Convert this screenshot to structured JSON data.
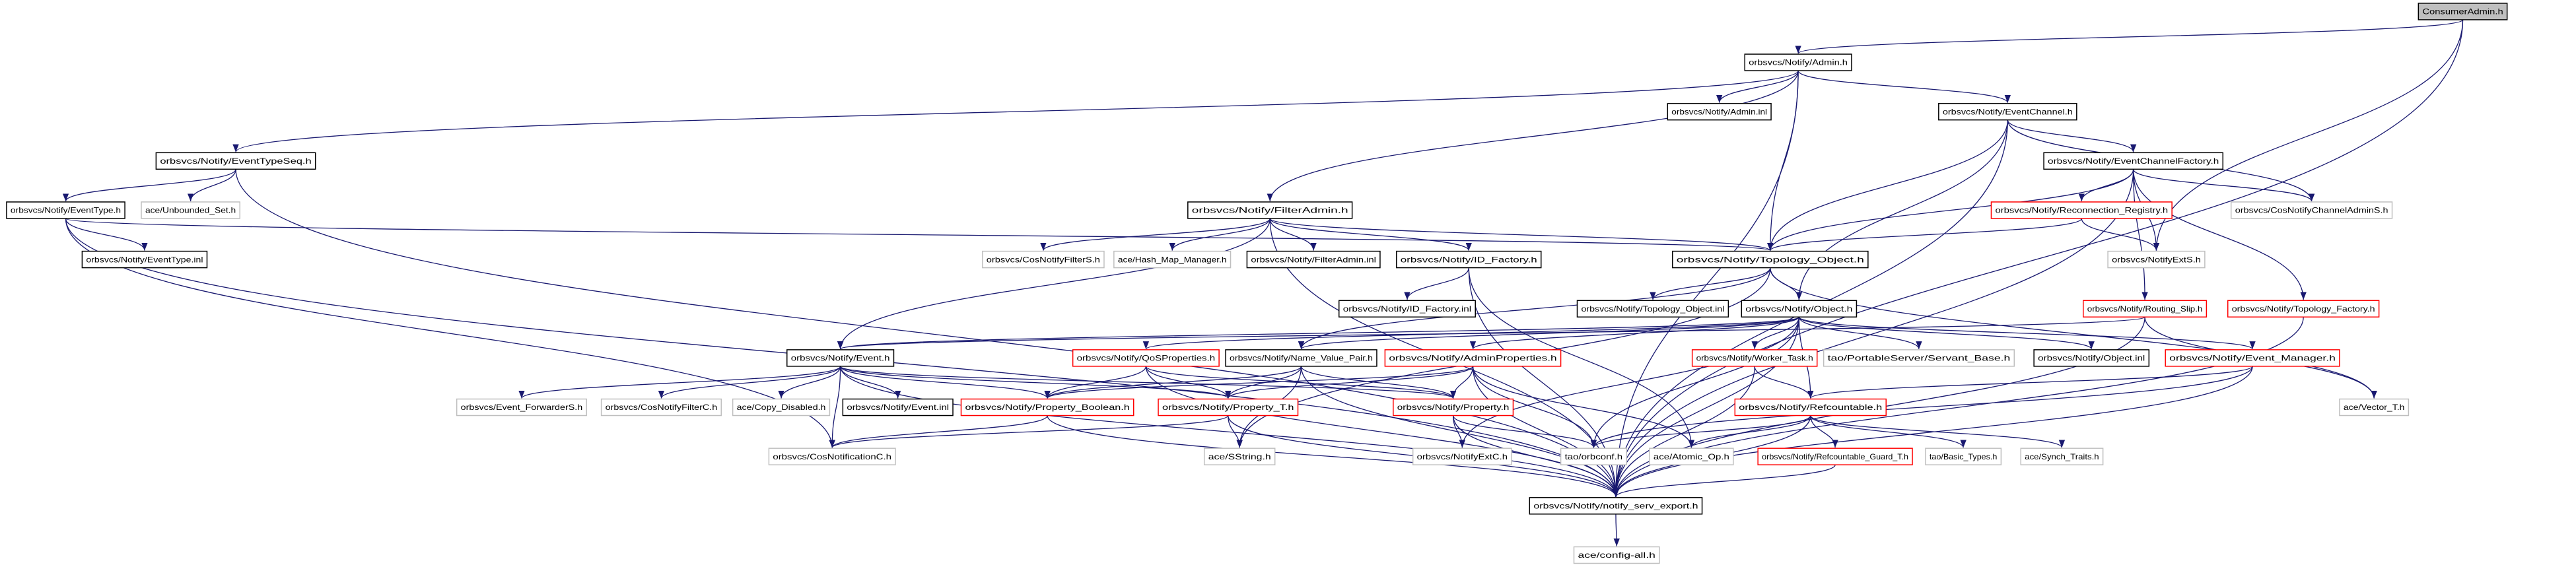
{
  "colors": {
    "edge": "#191970",
    "documented_border": "#000000",
    "truncated_border": "#ff0000",
    "undocumented_border": "#bfbfbf",
    "root_fill": "#bfbfbf"
  },
  "nodes": [
    {
      "id": "root",
      "label": "ConsumerAdmin.h",
      "kind": "root"
    },
    {
      "id": "admin",
      "label": "orbsvcs/Notify/Admin.h",
      "kind": "documented"
    },
    {
      "id": "admin_inl",
      "label": "orbsvcs/Notify/Admin.inl",
      "kind": "documented"
    },
    {
      "id": "ec",
      "label": "orbsvcs/Notify/EventChannel.h",
      "kind": "documented"
    },
    {
      "id": "ets",
      "label": "orbsvcs/Notify/EventTypeSeq.h",
      "kind": "documented"
    },
    {
      "id": "ecf",
      "label": "orbsvcs/Notify/EventChannelFactory.h",
      "kind": "documented"
    },
    {
      "id": "et",
      "label": "orbsvcs/Notify/EventType.h",
      "kind": "documented"
    },
    {
      "id": "uset",
      "label": "ace/Unbounded_Set.h",
      "kind": "undocumented"
    },
    {
      "id": "fa",
      "label": "orbsvcs/Notify/FilterAdmin.h",
      "kind": "documented"
    },
    {
      "id": "rr",
      "label": "orbsvcs/Notify/Reconnection_Registry.h",
      "kind": "truncated"
    },
    {
      "id": "cncas",
      "label": "orbsvcs/CosNotifyChannelAdminS.h",
      "kind": "undocumented"
    },
    {
      "id": "et_inl",
      "label": "orbsvcs/Notify/EventType.inl",
      "kind": "documented"
    },
    {
      "id": "cnfs",
      "label": "orbsvcs/CosNotifyFilterS.h",
      "kind": "undocumented"
    },
    {
      "id": "hmm",
      "label": "ace/Hash_Map_Manager.h",
      "kind": "undocumented"
    },
    {
      "id": "fa_inl",
      "label": "orbsvcs/Notify/FilterAdmin.inl",
      "kind": "documented"
    },
    {
      "id": "idf",
      "label": "orbsvcs/Notify/ID_Factory.h",
      "kind": "documented"
    },
    {
      "id": "to",
      "label": "orbsvcs/Notify/Topology_Object.h",
      "kind": "documented"
    },
    {
      "id": "nes",
      "label": "orbsvcs/NotifyExtS.h",
      "kind": "undocumented"
    },
    {
      "id": "idf_inl",
      "label": "orbsvcs/Notify/ID_Factory.inl",
      "kind": "documented"
    },
    {
      "id": "to_inl",
      "label": "orbsvcs/Notify/Topology_Object.inl",
      "kind": "documented"
    },
    {
      "id": "obj",
      "label": "orbsvcs/Notify/Object.h",
      "kind": "documented"
    },
    {
      "id": "rs",
      "label": "orbsvcs/Notify/Routing_Slip.h",
      "kind": "truncated"
    },
    {
      "id": "tf",
      "label": "orbsvcs/Notify/Topology_Factory.h",
      "kind": "truncated"
    },
    {
      "id": "ev",
      "label": "orbsvcs/Notify/Event.h",
      "kind": "documented"
    },
    {
      "id": "qos",
      "label": "orbsvcs/Notify/QoSProperties.h",
      "kind": "truncated"
    },
    {
      "id": "nvp",
      "label": "orbsvcs/Notify/Name_Value_Pair.h",
      "kind": "documented"
    },
    {
      "id": "ap",
      "label": "orbsvcs/Notify/AdminProperties.h",
      "kind": "truncated"
    },
    {
      "id": "wt",
      "label": "orbsvcs/Notify/Worker_Task.h",
      "kind": "truncated"
    },
    {
      "id": "sb",
      "label": "tao/PortableServer/Servant_Base.h",
      "kind": "undocumented"
    },
    {
      "id": "obj_inl",
      "label": "orbsvcs/Notify/Object.inl",
      "kind": "documented"
    },
    {
      "id": "em",
      "label": "orbsvcs/Notify/Event_Manager.h",
      "kind": "truncated"
    },
    {
      "id": "efs",
      "label": "orbsvcs/Event_ForwarderS.h",
      "kind": "undocumented"
    },
    {
      "id": "cnfc",
      "label": "orbsvcs/CosNotifyFilterC.h",
      "kind": "undocumented"
    },
    {
      "id": "cd",
      "label": "ace/Copy_Disabled.h",
      "kind": "undocumented"
    },
    {
      "id": "ev_inl",
      "label": "orbsvcs/Notify/Event.inl",
      "kind": "documented"
    },
    {
      "id": "pb",
      "label": "orbsvcs/Notify/Property_Boolean.h",
      "kind": "truncated"
    },
    {
      "id": "pt",
      "label": "orbsvcs/Notify/Property_T.h",
      "kind": "truncated"
    },
    {
      "id": "prop",
      "label": "orbsvcs/Notify/Property.h",
      "kind": "truncated"
    },
    {
      "id": "rc",
      "label": "orbsvcs/Notify/Refcountable.h",
      "kind": "truncated"
    },
    {
      "id": "vec",
      "label": "ace/Vector_T.h",
      "kind": "undocumented"
    },
    {
      "id": "cnc",
      "label": "orbsvcs/CosNotificationC.h",
      "kind": "undocumented"
    },
    {
      "id": "ss",
      "label": "ace/SString.h",
      "kind": "undocumented"
    },
    {
      "id": "nec",
      "label": "orbsvcs/NotifyExtC.h",
      "kind": "undocumented"
    },
    {
      "id": "oc",
      "label": "tao/orbconf.h",
      "kind": "undocumented"
    },
    {
      "id": "ao",
      "label": "ace/Atomic_Op.h",
      "kind": "undocumented"
    },
    {
      "id": "rgt",
      "label": "orbsvcs/Notify/Refcountable_Guard_T.h",
      "kind": "truncated"
    },
    {
      "id": "bt",
      "label": "tao/Basic_Types.h",
      "kind": "undocumented"
    },
    {
      "id": "st",
      "label": "ace/Synch_Traits.h",
      "kind": "undocumented"
    },
    {
      "id": "nse",
      "label": "orbsvcs/Notify/notify_serv_export.h",
      "kind": "documented"
    },
    {
      "id": "cfg",
      "label": "ace/config-all.h",
      "kind": "undocumented"
    }
  ],
  "edges": [
    [
      "root",
      "admin"
    ],
    [
      "root",
      "nes"
    ],
    [
      "root",
      "nse"
    ],
    [
      "admin",
      "ets"
    ],
    [
      "admin",
      "admin_inl"
    ],
    [
      "admin",
      "ec"
    ],
    [
      "admin",
      "fa"
    ],
    [
      "admin",
      "to"
    ],
    [
      "admin",
      "nse"
    ],
    [
      "ec",
      "ecf"
    ],
    [
      "ec",
      "to"
    ],
    [
      "ec",
      "obj"
    ],
    [
      "ec",
      "cncas"
    ],
    [
      "ec",
      "nse"
    ],
    [
      "ecf",
      "rr"
    ],
    [
      "ecf",
      "to"
    ],
    [
      "ecf",
      "cncas"
    ],
    [
      "ecf",
      "nes"
    ],
    [
      "ecf",
      "rs"
    ],
    [
      "ecf",
      "tf"
    ],
    [
      "ecf",
      "nse"
    ],
    [
      "rr",
      "to"
    ],
    [
      "rr",
      "nes"
    ],
    [
      "ets",
      "et"
    ],
    [
      "ets",
      "uset"
    ],
    [
      "ets",
      "nse"
    ],
    [
      "et",
      "et_inl"
    ],
    [
      "et",
      "to"
    ],
    [
      "et",
      "cnc"
    ],
    [
      "et",
      "nse"
    ],
    [
      "fa",
      "cnfs"
    ],
    [
      "fa",
      "hmm"
    ],
    [
      "fa",
      "fa_inl"
    ],
    [
      "fa",
      "idf"
    ],
    [
      "fa",
      "to"
    ],
    [
      "fa",
      "ev"
    ],
    [
      "fa",
      "nse"
    ],
    [
      "idf",
      "idf_inl"
    ],
    [
      "idf",
      "ao"
    ],
    [
      "idf",
      "nse"
    ],
    [
      "to",
      "to_inl"
    ],
    [
      "to",
      "obj"
    ],
    [
      "to",
      "nvp"
    ],
    [
      "to",
      "vec"
    ],
    [
      "to",
      "ss"
    ],
    [
      "obj",
      "ev"
    ],
    [
      "obj",
      "qos"
    ],
    [
      "obj",
      "nvp"
    ],
    [
      "obj",
      "ap"
    ],
    [
      "obj",
      "wt"
    ],
    [
      "obj",
      "sb"
    ],
    [
      "obj",
      "obj_inl"
    ],
    [
      "obj",
      "em"
    ],
    [
      "obj",
      "rc"
    ],
    [
      "obj",
      "oc"
    ],
    [
      "obj",
      "nec"
    ],
    [
      "obj",
      "nse"
    ],
    [
      "rs",
      "ev"
    ],
    [
      "rs",
      "vec"
    ],
    [
      "rs",
      "nse"
    ],
    [
      "tf",
      "nse"
    ],
    [
      "ev",
      "efs"
    ],
    [
      "ev",
      "cnfc"
    ],
    [
      "ev",
      "cd"
    ],
    [
      "ev",
      "ev_inl"
    ],
    [
      "ev",
      "pb"
    ],
    [
      "ev",
      "pt"
    ],
    [
      "ev",
      "prop"
    ],
    [
      "ev",
      "cnc"
    ],
    [
      "ev",
      "nse"
    ],
    [
      "qos",
      "pb"
    ],
    [
      "qos",
      "pt"
    ],
    [
      "qos",
      "prop"
    ],
    [
      "qos",
      "nse"
    ],
    [
      "nvp",
      "pb"
    ],
    [
      "nvp",
      "pt"
    ],
    [
      "nvp",
      "prop"
    ],
    [
      "nvp",
      "ss"
    ],
    [
      "nvp",
      "nse"
    ],
    [
      "ap",
      "pb"
    ],
    [
      "ap",
      "pt"
    ],
    [
      "ap",
      "prop"
    ],
    [
      "ap",
      "oc"
    ],
    [
      "ap",
      "ao"
    ],
    [
      "ap",
      "nse"
    ],
    [
      "wt",
      "rc"
    ],
    [
      "wt",
      "nse"
    ],
    [
      "em",
      "rc"
    ],
    [
      "em",
      "oc"
    ],
    [
      "em",
      "nse"
    ],
    [
      "pb",
      "cnc"
    ],
    [
      "pb",
      "nse"
    ],
    [
      "pt",
      "cnc"
    ],
    [
      "pt",
      "ss"
    ],
    [
      "pt",
      "nse"
    ],
    [
      "prop",
      "nec"
    ],
    [
      "prop",
      "oc"
    ],
    [
      "prop",
      "nse"
    ],
    [
      "rc",
      "rgt"
    ],
    [
      "rc",
      "bt"
    ],
    [
      "rc",
      "st"
    ],
    [
      "rc",
      "oc"
    ],
    [
      "rc",
      "ao"
    ],
    [
      "rc",
      "nse"
    ],
    [
      "rgt",
      "nse"
    ],
    [
      "nse",
      "cfg"
    ]
  ]
}
